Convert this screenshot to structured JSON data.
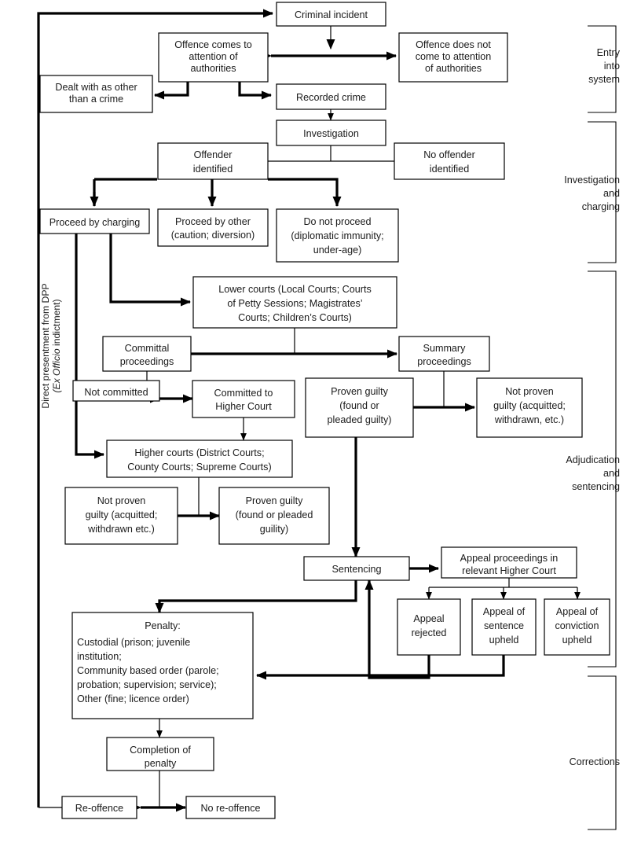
{
  "diagram": {
    "title": "Criminal justice system flowchart",
    "colors": {
      "background": "#ffffff",
      "stroke": "#000000",
      "text": "#1a1a1a"
    },
    "side_note": {
      "line1": "Direct presentment from DPP",
      "line2_italic": "(Ex Officio",
      "line2_rest": " indictment)"
    },
    "sections": [
      {
        "id": "entry",
        "lines": [
          "Entry",
          "into",
          "system"
        ]
      },
      {
        "id": "investigation",
        "lines": [
          "Investigation",
          "and",
          "charging"
        ]
      },
      {
        "id": "adjudication",
        "lines": [
          "Adjudication",
          "and",
          "sentencing"
        ]
      },
      {
        "id": "corrections",
        "lines": [
          "Corrections"
        ]
      }
    ],
    "nodes": [
      {
        "id": "criminal-incident",
        "lines": [
          "Criminal incident"
        ]
      },
      {
        "id": "offence-attention",
        "lines": [
          "Offence comes to",
          "attention of",
          "authorities"
        ]
      },
      {
        "id": "offence-no-attention",
        "lines": [
          "Offence does not",
          "come to attention",
          "of authorities"
        ]
      },
      {
        "id": "dealt-other",
        "lines": [
          "Dealt with as other",
          "than a crime"
        ]
      },
      {
        "id": "recorded-crime",
        "lines": [
          "Recorded crime"
        ]
      },
      {
        "id": "investigation",
        "lines": [
          "Investigation"
        ]
      },
      {
        "id": "offender-identified",
        "lines": [
          "Offender",
          "identified"
        ]
      },
      {
        "id": "no-offender-identified",
        "lines": [
          "No offender",
          "identified"
        ]
      },
      {
        "id": "proceed-charging",
        "lines": [
          "Proceed by charging"
        ]
      },
      {
        "id": "proceed-other",
        "lines": [
          "Proceed by other",
          "(caution; diversion)"
        ]
      },
      {
        "id": "do-not-proceed",
        "lines": [
          "Do not proceed",
          "(diplomatic immunity;",
          "under-age)"
        ]
      },
      {
        "id": "lower-courts",
        "lines": [
          "Lower courts (Local Courts; Courts",
          "of Petty Sessions; Magistrates’",
          "Courts; Children’s Courts)"
        ]
      },
      {
        "id": "committal-proceedings",
        "lines": [
          "Committal",
          "proceedings"
        ]
      },
      {
        "id": "summary-proceedings",
        "lines": [
          "Summary",
          "proceedings"
        ]
      },
      {
        "id": "not-committed",
        "lines": [
          "Not committed"
        ]
      },
      {
        "id": "committed-higher",
        "lines": [
          "Committed to",
          "Higher Court"
        ]
      },
      {
        "id": "proven-guilty-lower",
        "lines": [
          "Proven guilty",
          "(found or",
          "pleaded guilty)"
        ]
      },
      {
        "id": "not-proven-lower",
        "lines": [
          "Not proven",
          "guilty (acquitted;",
          "withdrawn, etc.)"
        ]
      },
      {
        "id": "higher-courts",
        "lines": [
          "Higher courts (District Courts;",
          "County Courts; Supreme Courts)"
        ]
      },
      {
        "id": "not-proven-higher",
        "lines": [
          "Not proven",
          "guilty (acquitted;",
          "withdrawn etc.)"
        ]
      },
      {
        "id": "proven-guilty-higher",
        "lines": [
          "Proven guilty",
          "(found or pleaded",
          "guility)"
        ]
      },
      {
        "id": "sentencing",
        "lines": [
          "Sentencing"
        ]
      },
      {
        "id": "appeal-proceedings",
        "lines": [
          "Appeal proceedings in",
          "relevant Higher Court"
        ]
      },
      {
        "id": "appeal-rejected",
        "lines": [
          "Appeal",
          "rejected"
        ]
      },
      {
        "id": "appeal-sentence-upheld",
        "lines": [
          "Appeal of",
          "sentence",
          "upheld"
        ]
      },
      {
        "id": "appeal-conviction-upheld",
        "lines": [
          "Appeal of",
          "conviction",
          "upheld"
        ]
      },
      {
        "id": "penalty",
        "lines": [
          "Penalty:",
          "Custodial (prison; juvenile",
          "institution;",
          "Community based order (parole;",
          "probation; supervision; service);",
          "Other (fine; licence order)"
        ]
      },
      {
        "id": "completion-penalty",
        "lines": [
          "Completion of",
          "penalty"
        ]
      },
      {
        "id": "re-offence",
        "lines": [
          "Re-offence"
        ]
      },
      {
        "id": "no-re-offence",
        "lines": [
          "No re-offence"
        ]
      }
    ]
  }
}
